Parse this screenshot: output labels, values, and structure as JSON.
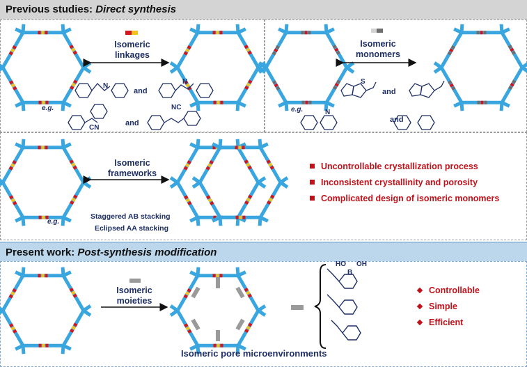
{
  "headers": {
    "previous_prefix": "Previous studies: ",
    "previous_em": "Direct synthesis",
    "present_prefix": "Present work: ",
    "present_em": "Post-synthesis modification"
  },
  "panel_linkages": {
    "label_line1": "Isomeric",
    "label_line2": "linkages",
    "eg": "e.g.",
    "and1": "and",
    "and2": "and",
    "cn1": "CN",
    "nc2": "NC",
    "n1": "N",
    "n2": "N"
  },
  "panel_monomers": {
    "label_line1": "Isomeric",
    "label_line2": "monomers",
    "eg": "e.g.",
    "and1": "and",
    "and2": "and",
    "s": "S",
    "n": "N"
  },
  "panel_frameworks": {
    "label_line1": "Isomeric",
    "label_line2": "frameworks",
    "eg": "e.g.",
    "stack1": "Staggered AB stacking",
    "stack2": "Eclipsed AA stacking",
    "drawbacks": [
      "Uncontrollable crystallization process",
      "Inconsistent crystallinity and porosity",
      "Complicated design of isomeric monomers"
    ]
  },
  "panel_present": {
    "label_line1": "Isomeric",
    "label_line2": "moieties",
    "caption": "Isomeric pore microenvironments",
    "boronic": {
      "ho": "HO",
      "oh": "OH",
      "b": "B"
    },
    "advantages": [
      "Controllable",
      "Simple",
      "Efficient"
    ]
  },
  "colors": {
    "framework": "#3aa6e0",
    "red": "#d2161e",
    "yellow": "#f5c21b",
    "gray": "#9a9a9a",
    "navy": "#1e2f66"
  }
}
